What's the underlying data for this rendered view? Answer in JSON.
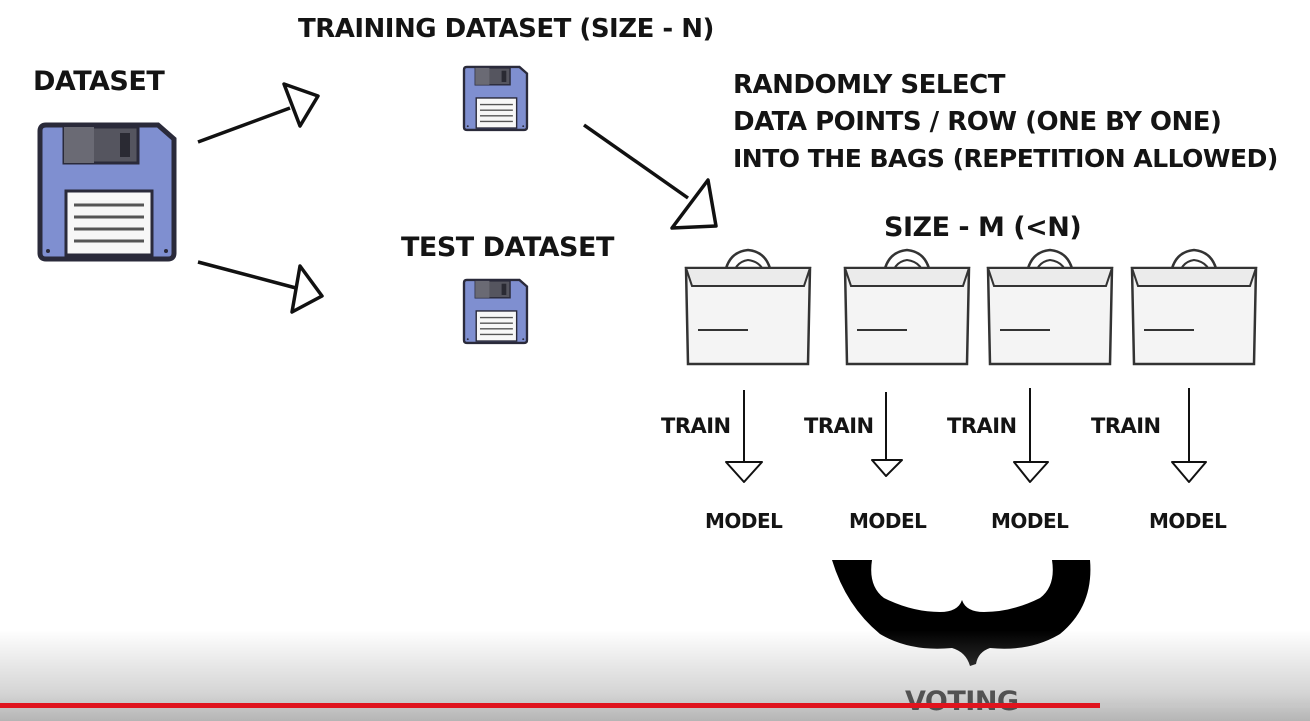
{
  "labels": {
    "dataset": "DATASET",
    "training_dataset": "TRAINING DATASET (SIZE - N)",
    "test_dataset": "TEST DATASET",
    "note_line1": "RANDOMLY SELECT",
    "note_line2": "DATA POINTS / ROW (ONE BY ONE)",
    "note_line3": "INTO THE BAGS (REPETITION ALLOWED)",
    "bag_size": "SIZE - M (<N)",
    "voting": "VOTING"
  },
  "bags": [
    {
      "train_label": "TRAIN",
      "model_label": "MODEL"
    },
    {
      "train_label": "TRAIN",
      "model_label": "MODEL"
    },
    {
      "train_label": "TRAIN",
      "model_label": "MODEL"
    },
    {
      "train_label": "TRAIN",
      "model_label": "MODEL"
    }
  ],
  "colors": {
    "disk_body": "#7f8fd0",
    "disk_outline": "#2a2a3a",
    "disk_shutter": "#5a5a68",
    "bag_fill": "#f4f4f4",
    "brace": "#000000",
    "progress": "#e0141e"
  },
  "video": {
    "progress_fraction": 0.84
  }
}
